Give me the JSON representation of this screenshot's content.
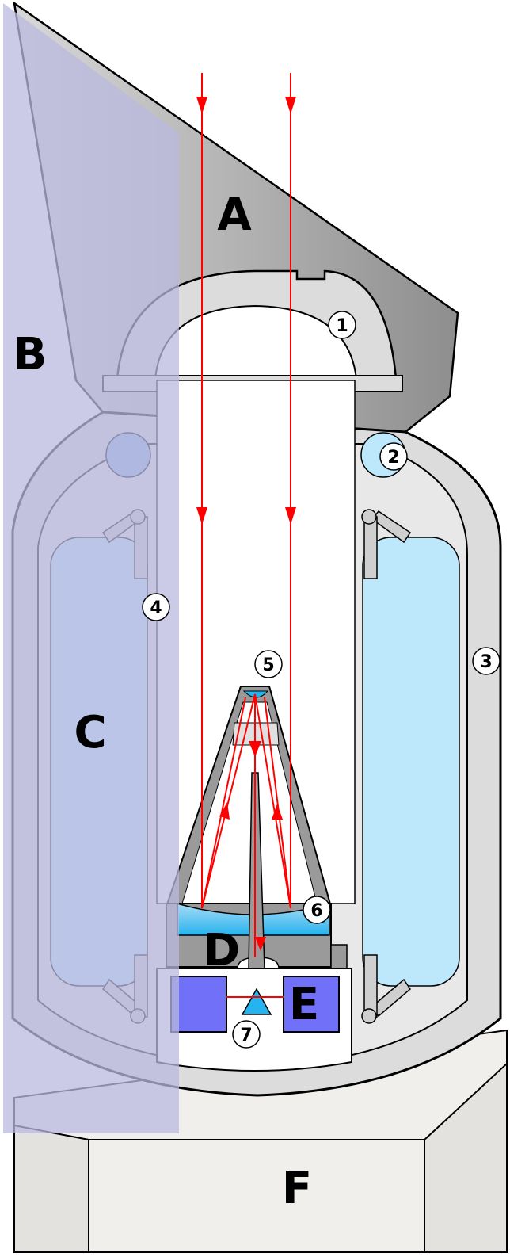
{
  "labels": {
    "A": "A",
    "B": "B",
    "C": "C",
    "D": "D",
    "E": "E",
    "F": "F"
  },
  "callouts": {
    "n1": "1",
    "n2": "2",
    "n3": "3",
    "n4": "4",
    "n5": "5",
    "n6": "6",
    "n7": "7"
  },
  "colors": {
    "ray": "#ff0000",
    "outer_shell": "#dcdcdc",
    "inner_shell": "#e8e8e8",
    "tank": "#bde8fb",
    "sunshield": "#c8c8e8",
    "mirror": "#24b4f0",
    "detector": "#7070f8",
    "pier": "#f1efeb",
    "baffle": "#9a9a9a"
  }
}
